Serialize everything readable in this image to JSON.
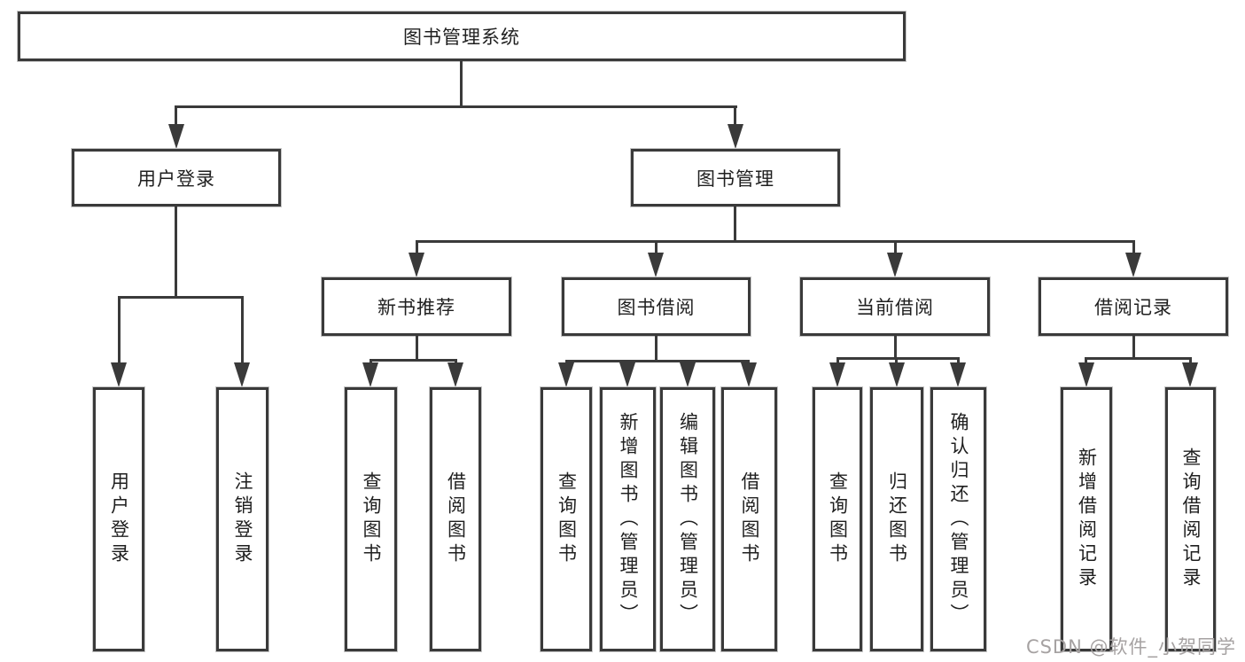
{
  "colors": {
    "line": "#3a3a3a",
    "box_border": "#3a3a3a",
    "box_fill": "#ffffff",
    "text": "#1f1f1f",
    "watermark": "#a6a2a2",
    "background": "#ffffff"
  },
  "tree": {
    "root": {
      "label": "图书管理系统"
    },
    "branches": [
      {
        "label": "用户登录",
        "children": [
          {
            "label": "用户登录"
          },
          {
            "label": "注销登录"
          }
        ]
      },
      {
        "label": "图书管理",
        "children": [
          {
            "label": "新书推荐",
            "children": [
              {
                "label": "查询图书"
              },
              {
                "label": "借阅图书"
              }
            ]
          },
          {
            "label": "图书借阅",
            "children": [
              {
                "label": "查询图书"
              },
              {
                "label": "新增图书（管理员）"
              },
              {
                "label": "编辑图书（管理员）"
              },
              {
                "label": "借阅图书"
              }
            ]
          },
          {
            "label": "当前借阅",
            "children": [
              {
                "label": "查询图书"
              },
              {
                "label": "归还图书"
              },
              {
                "label": "确认归还（管理员）"
              }
            ]
          },
          {
            "label": "借阅记录",
            "children": [
              {
                "label": "新增借阅记录"
              },
              {
                "label": "查询借阅记录"
              }
            ]
          }
        ]
      }
    ]
  },
  "watermark": {
    "text": "CSDN @软件_小贺同学"
  }
}
